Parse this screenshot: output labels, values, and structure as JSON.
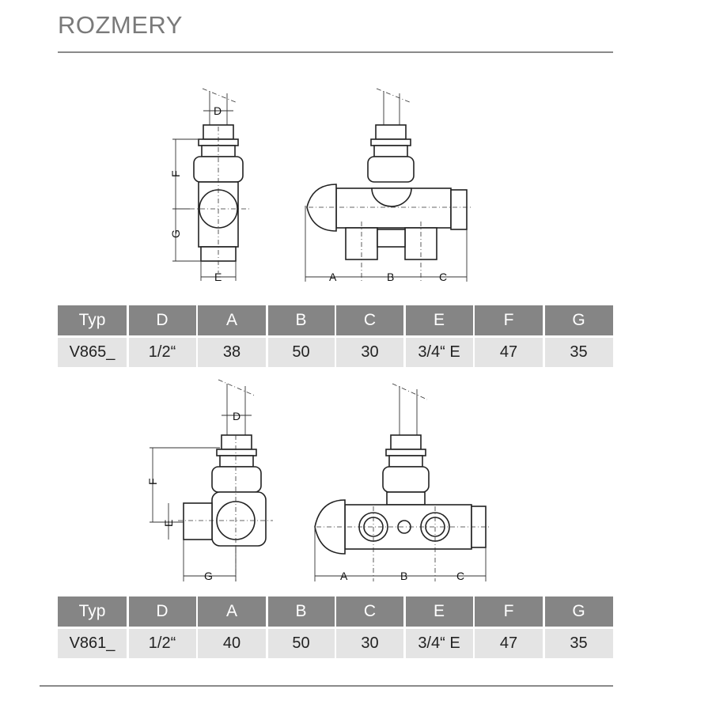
{
  "title": "ROZMERY",
  "drawing_labels": {
    "D": "D",
    "F": "F",
    "G": "G",
    "E": "E",
    "A": "A",
    "B": "B",
    "C": "C"
  },
  "tables": [
    {
      "headers": [
        "Typ",
        "D",
        "A",
        "B",
        "C",
        "E",
        "F",
        "G"
      ],
      "row": [
        "V865_",
        "1/2“",
        "38",
        "50",
        "30",
        "3/4“ E",
        "47",
        "35"
      ]
    },
    {
      "headers": [
        "Typ",
        "D",
        "A",
        "B",
        "C",
        "E",
        "F",
        "G"
      ],
      "row": [
        "V861_",
        "1/2“",
        "40",
        "50",
        "30",
        "3/4“ E",
        "47",
        "35"
      ]
    }
  ]
}
